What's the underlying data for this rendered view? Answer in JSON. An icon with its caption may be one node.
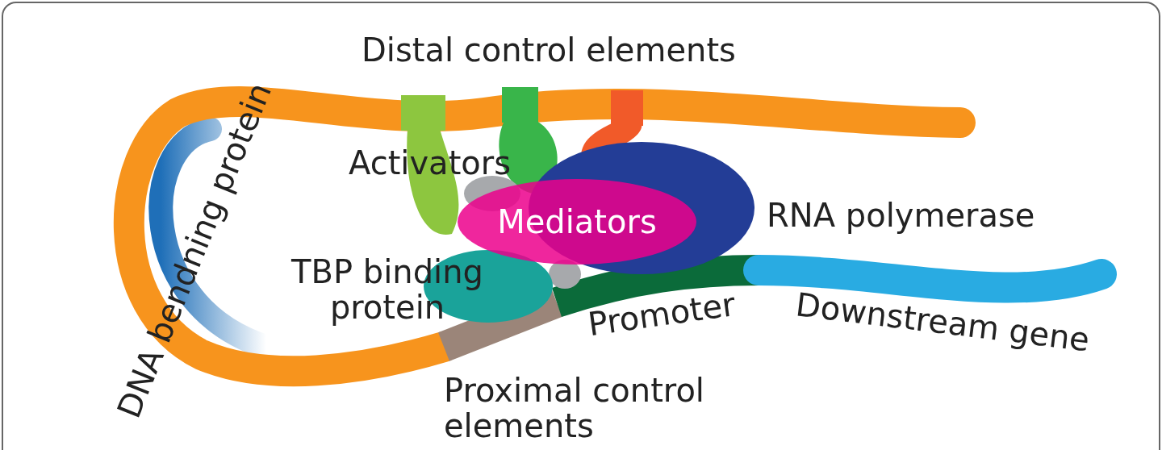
{
  "diagram": {
    "nodes": [
      {
        "text": [
          "Mediators"
        ]
      }
    ],
    "labels": [
      "Distal control elements",
      "DNA bendning protein",
      "Activators",
      "RNA polymerase",
      "TBP binding protein",
      "Promoter",
      "Downstream gene",
      "Proximal control elements"
    ]
  }
}
